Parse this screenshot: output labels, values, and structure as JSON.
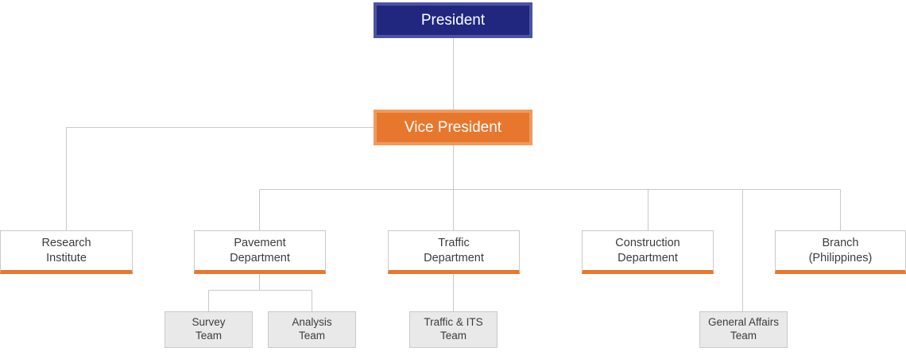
{
  "chart_data": {
    "type": "diagram",
    "diagram_type": "organization-chart",
    "title": "",
    "orientation": "top-down",
    "levels": 4,
    "colors": {
      "president_fill": "#21277f",
      "president_border": "#4b53a2",
      "vice_president_fill": "#e8772e",
      "vice_president_border": "#ef9a5d",
      "department_fill": "#ffffff",
      "department_border": "#c9c9c9",
      "department_accent": "#e8772e",
      "team_fill": "#e9e9e9",
      "team_border": "#c9c9c9",
      "connector_line": "#c9c9c9",
      "text_light": "#ffffff",
      "text_dark": "#3c3c3c"
    },
    "nodes": [
      {
        "id": "president",
        "label": "President",
        "level": 1,
        "parent": null,
        "style": "executive-primary"
      },
      {
        "id": "vice_president",
        "label": "Vice President",
        "level": 2,
        "parent": "president",
        "style": "executive-secondary"
      },
      {
        "id": "research",
        "label": "Research\nInstitute",
        "level": 3,
        "parent": "vice_president",
        "style": "department"
      },
      {
        "id": "pavement",
        "label": "Pavement\nDepartment",
        "level": 3,
        "parent": "vice_president",
        "style": "department"
      },
      {
        "id": "traffic",
        "label": "Traffic\nDepartment",
        "level": 3,
        "parent": "vice_president",
        "style": "department"
      },
      {
        "id": "construction",
        "label": "Construction\nDepartment",
        "level": 3,
        "parent": "vice_president",
        "style": "department"
      },
      {
        "id": "branch",
        "label": "Branch\n(Philippines)",
        "level": 3,
        "parent": "vice_president",
        "style": "department"
      },
      {
        "id": "survey",
        "label": "Survey\nTeam",
        "level": 4,
        "parent": "pavement",
        "style": "team"
      },
      {
        "id": "analysis",
        "label": "Analysis\nTeam",
        "level": 4,
        "parent": "pavement",
        "style": "team"
      },
      {
        "id": "traffic_its",
        "label": "Traffic & ITS\nTeam",
        "level": 4,
        "parent": "traffic",
        "style": "team"
      },
      {
        "id": "general",
        "label": "General Affairs\nTeam",
        "level": 4,
        "parent": "vice_president",
        "style": "team"
      }
    ],
    "edges": [
      {
        "from": "president",
        "to": "vice_president"
      },
      {
        "from": "vice_president",
        "to": "research"
      },
      {
        "from": "vice_president",
        "to": "pavement"
      },
      {
        "from": "vice_president",
        "to": "traffic"
      },
      {
        "from": "vice_president",
        "to": "construction"
      },
      {
        "from": "vice_president",
        "to": "branch"
      },
      {
        "from": "pavement",
        "to": "survey"
      },
      {
        "from": "pavement",
        "to": "analysis"
      },
      {
        "from": "traffic",
        "to": "traffic_its"
      },
      {
        "from": "vice_president",
        "to": "general"
      }
    ]
  },
  "org": {
    "president": {
      "label": "President"
    },
    "vicePresident": {
      "label": "Vice President"
    },
    "departments": [
      {
        "label": "Research\nInstitute"
      },
      {
        "label": "Pavement\nDepartment"
      },
      {
        "label": "Traffic\nDepartment"
      },
      {
        "label": "Construction\nDepartment"
      },
      {
        "label": "Branch\n(Philippines)"
      }
    ],
    "teams": [
      {
        "label": "Survey\nTeam"
      },
      {
        "label": "Analysis\nTeam"
      },
      {
        "label": "Traffic & ITS\nTeam"
      },
      {
        "label": "General Affairs\nTeam"
      }
    ]
  }
}
